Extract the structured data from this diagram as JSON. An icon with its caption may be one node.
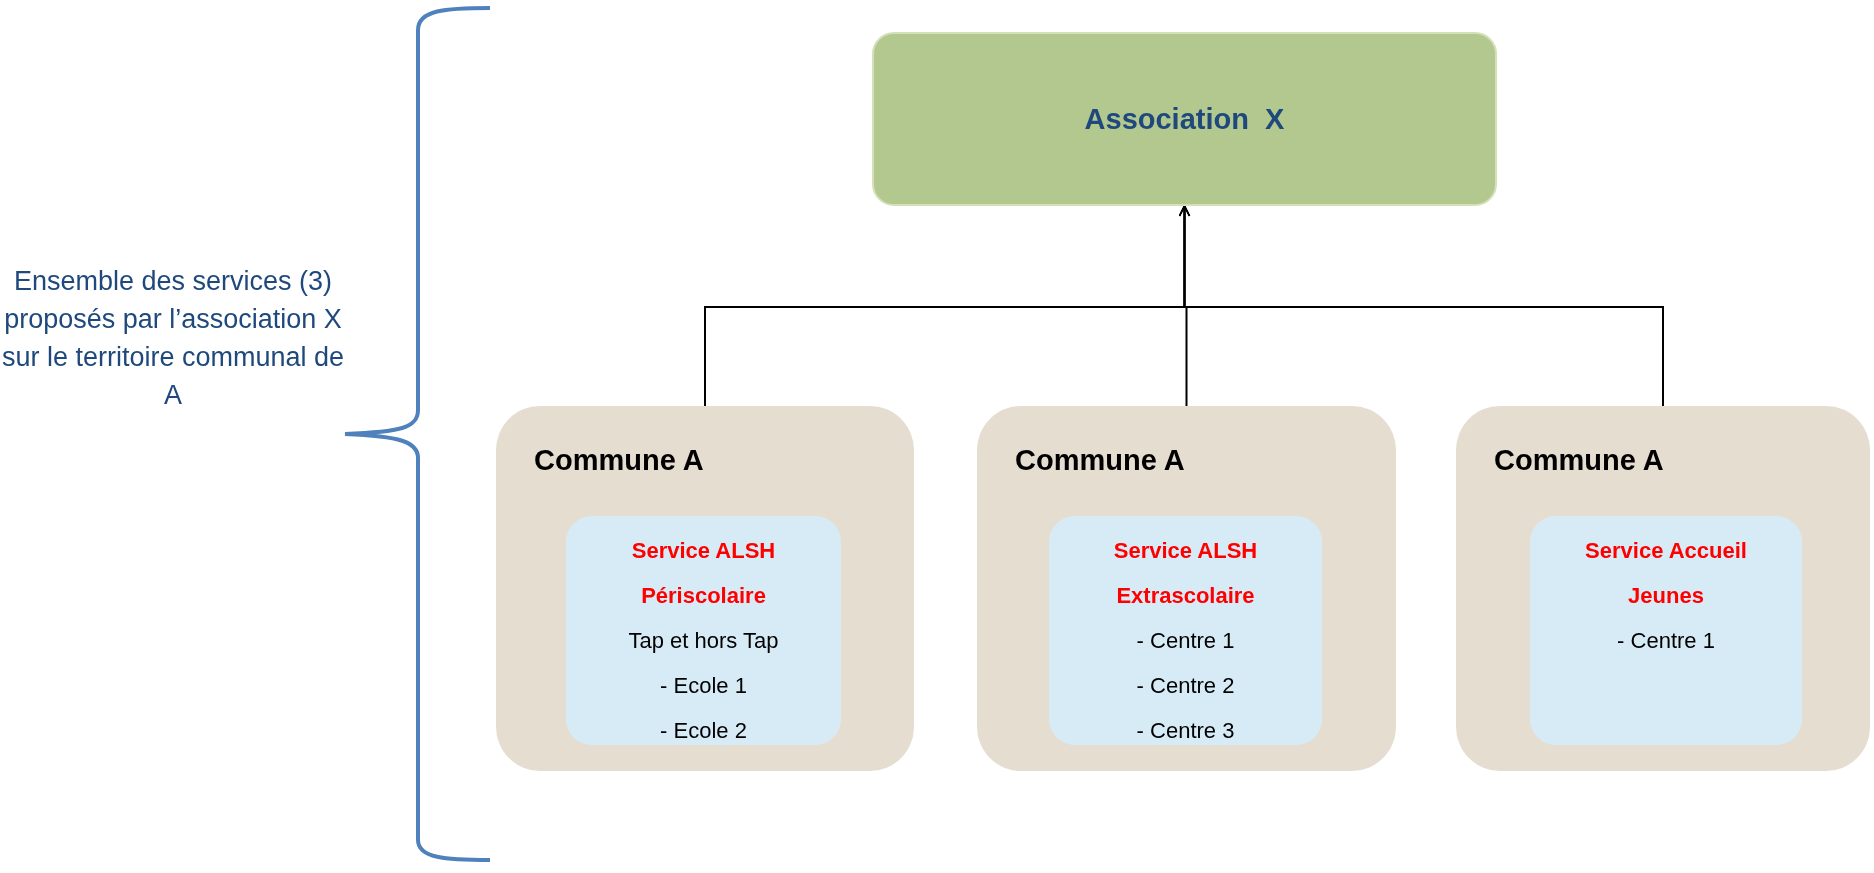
{
  "diagram": {
    "nodes": [
      {
        "text": [
          "Association  X"
        ]
      },
      {
        "text": [
          "Commune A"
        ]
      },
      {
        "text": [
          "Service ALSH Périscolaire",
          "Tap et hors Tap",
          "- Ecole 1",
          "- Ecole 2"
        ],
        "in": 1
      },
      {
        "text": [
          "Commune A"
        ]
      },
      {
        "text": [
          "Service ALSH Extrascolaire",
          "- Centre 1",
          "- Centre 2",
          "- Centre 3"
        ],
        "in": 3
      },
      {
        "text": [
          "Commune A"
        ]
      },
      {
        "text": [
          "Service Accueil Jeunes",
          "- Centre 1"
        ],
        "in": 5
      }
    ],
    "edges": [
      {
        "from": 1,
        "to": 0,
        "arrow": "to"
      },
      {
        "from": 3,
        "to": 0,
        "arrow": "to"
      },
      {
        "from": 5,
        "to": 0,
        "arrow": "to"
      }
    ],
    "labels": [
      "Ensemble des services (3) proposés par l’association X sur le territoire communal de A"
    ]
  }
}
